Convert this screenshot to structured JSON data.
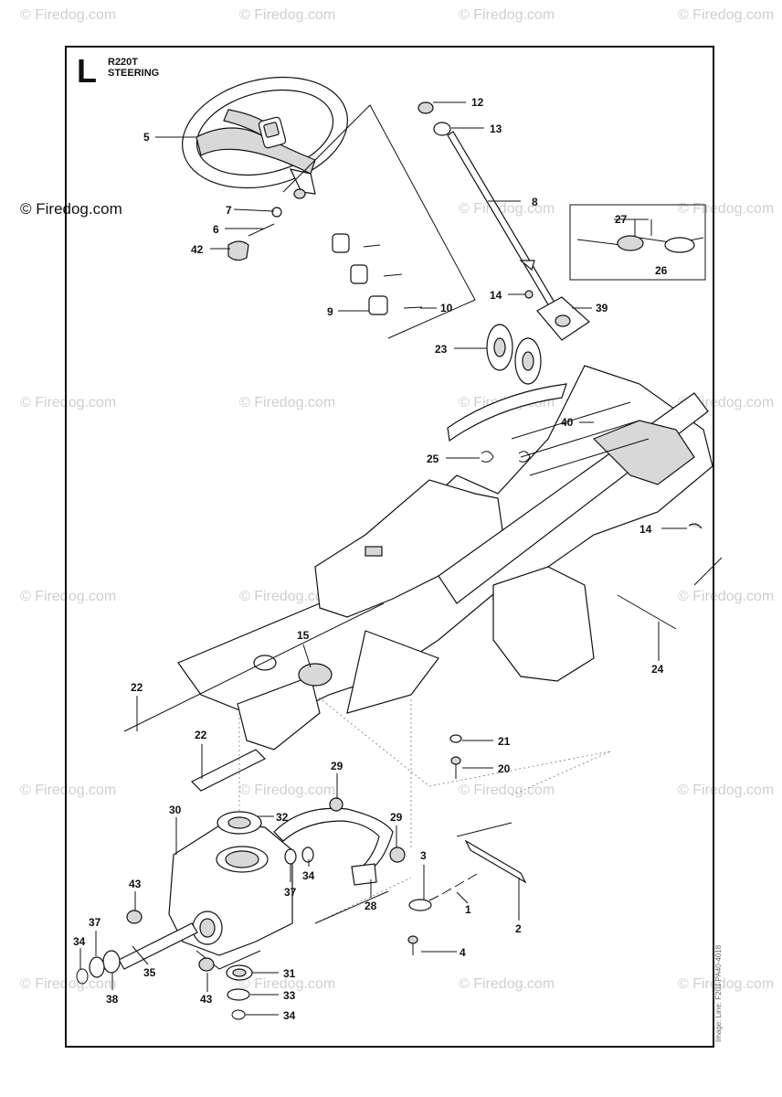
{
  "header": {
    "section_letter": "L",
    "model": "R220T",
    "title": "STEERING"
  },
  "watermark": {
    "text": "© Firedog.com",
    "side_text": "© Firedog.com"
  },
  "image_code": "Image: Line: F201 PA40-4018",
  "callouts": [
    {
      "id": "c12",
      "label": "12"
    },
    {
      "id": "c13",
      "label": "13"
    },
    {
      "id": "c5",
      "label": "5"
    },
    {
      "id": "c8",
      "label": "8"
    },
    {
      "id": "c7",
      "label": "7"
    },
    {
      "id": "c6",
      "label": "6"
    },
    {
      "id": "c42",
      "label": "42"
    },
    {
      "id": "c27",
      "label": "27"
    },
    {
      "id": "c26",
      "label": "26"
    },
    {
      "id": "c9",
      "label": "9"
    },
    {
      "id": "c10",
      "label": "10"
    },
    {
      "id": "c14a",
      "label": "14"
    },
    {
      "id": "c39",
      "label": "39"
    },
    {
      "id": "c23",
      "label": "23"
    },
    {
      "id": "c40",
      "label": "40"
    },
    {
      "id": "c25",
      "label": "25"
    },
    {
      "id": "c14b",
      "label": "14"
    },
    {
      "id": "c15",
      "label": "15"
    },
    {
      "id": "c24",
      "label": "24"
    },
    {
      "id": "c22a",
      "label": "22"
    },
    {
      "id": "c22b",
      "label": "22"
    },
    {
      "id": "c21",
      "label": "21"
    },
    {
      "id": "c20",
      "label": "20"
    },
    {
      "id": "c29a",
      "label": "29"
    },
    {
      "id": "c30",
      "label": "30"
    },
    {
      "id": "c32",
      "label": "32"
    },
    {
      "id": "c29b",
      "label": "29"
    },
    {
      "id": "c3",
      "label": "3"
    },
    {
      "id": "c43a",
      "label": "43"
    },
    {
      "id": "c37a",
      "label": "37"
    },
    {
      "id": "c34a",
      "label": "34"
    },
    {
      "id": "c28",
      "label": "28"
    },
    {
      "id": "c1",
      "label": "1"
    },
    {
      "id": "c2",
      "label": "2"
    },
    {
      "id": "c37b",
      "label": "37"
    },
    {
      "id": "c34b",
      "label": "34"
    },
    {
      "id": "c35",
      "label": "35"
    },
    {
      "id": "c4",
      "label": "4"
    },
    {
      "id": "c38",
      "label": "38"
    },
    {
      "id": "c31",
      "label": "31"
    },
    {
      "id": "c43b",
      "label": "43"
    },
    {
      "id": "c33",
      "label": "33"
    },
    {
      "id": "c34c",
      "label": "34"
    }
  ]
}
